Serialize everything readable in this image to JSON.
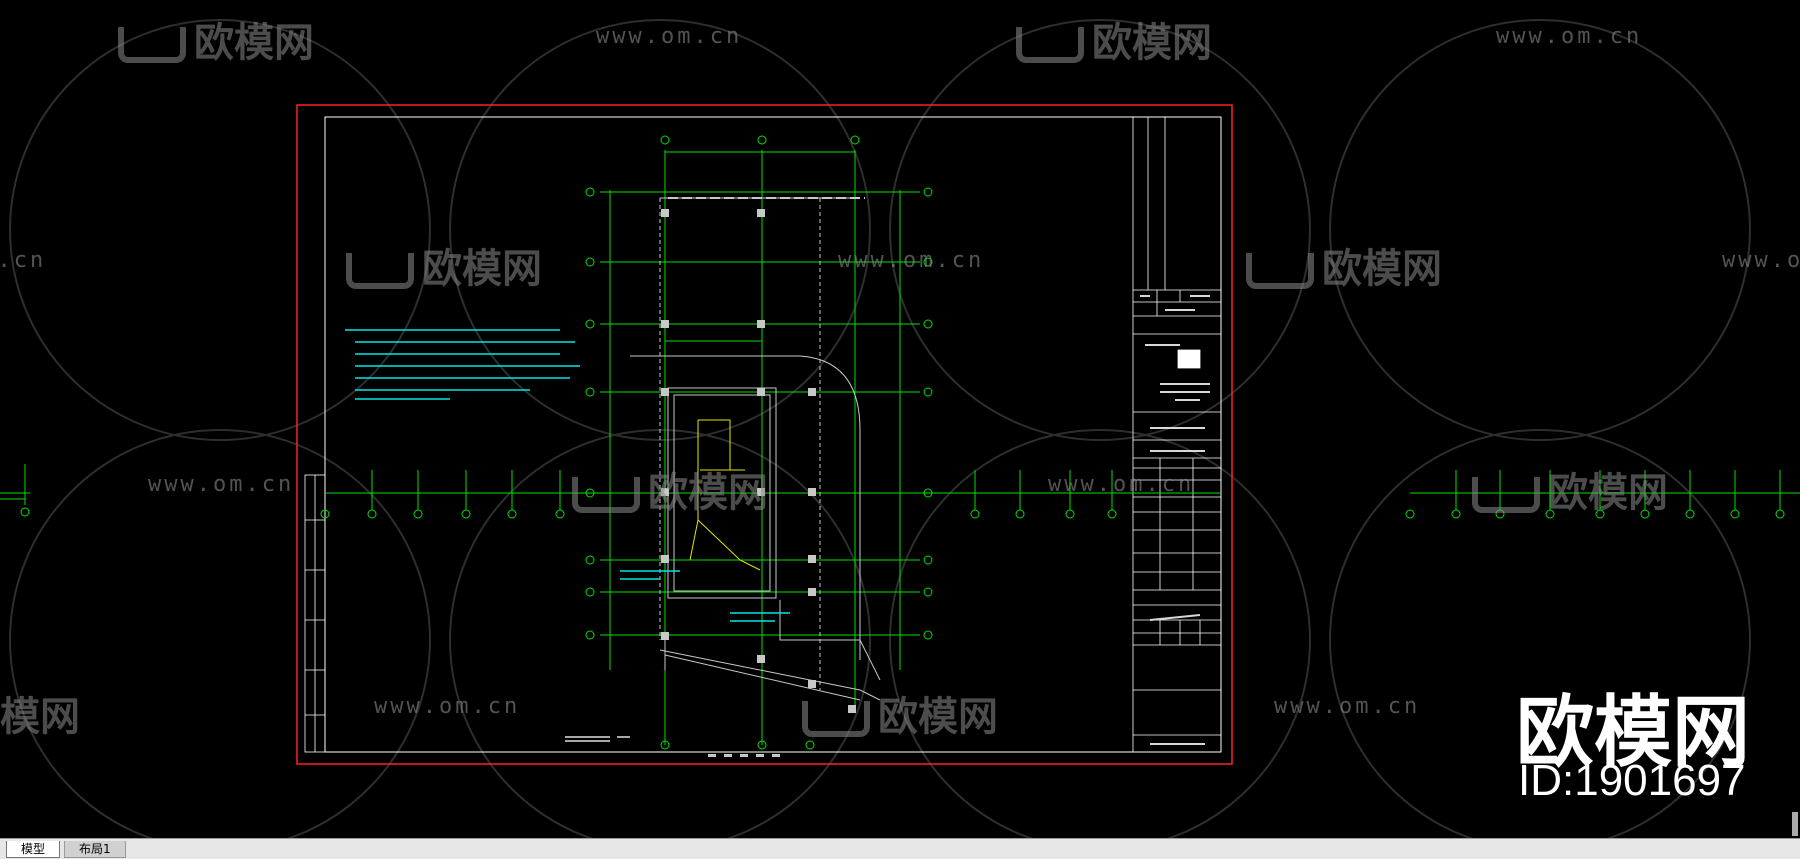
{
  "watermark": {
    "brand": "欧模网",
    "url": "www.om.cn"
  },
  "overlay": {
    "brand": "欧模网",
    "id_label": "ID:1901697"
  },
  "tabs": [
    {
      "label": "模型",
      "active": true
    },
    {
      "label": "布局1",
      "active": false
    }
  ],
  "drawing": {
    "frame_color": "#ff2020",
    "border_color": "#ffffff",
    "grid_color": "#00ff00",
    "note_color": "#00ffff",
    "element_color": "#c8c8c8"
  }
}
